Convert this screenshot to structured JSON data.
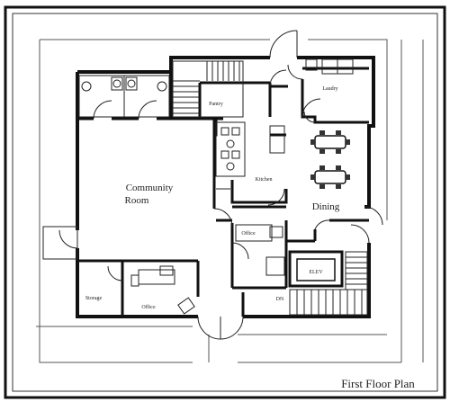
{
  "plan": {
    "caption": "First Floor Plan",
    "rooms": {
      "community": [
        "Community",
        "Room"
      ],
      "dining": "Dining",
      "kitchen": "Kitchen",
      "pantry": "Pantry",
      "laundry": "Laudry",
      "office_center": "Office",
      "office_bottom": "Office",
      "storage": "Storage",
      "elevator": "ELEV",
      "dn": "DN"
    }
  }
}
